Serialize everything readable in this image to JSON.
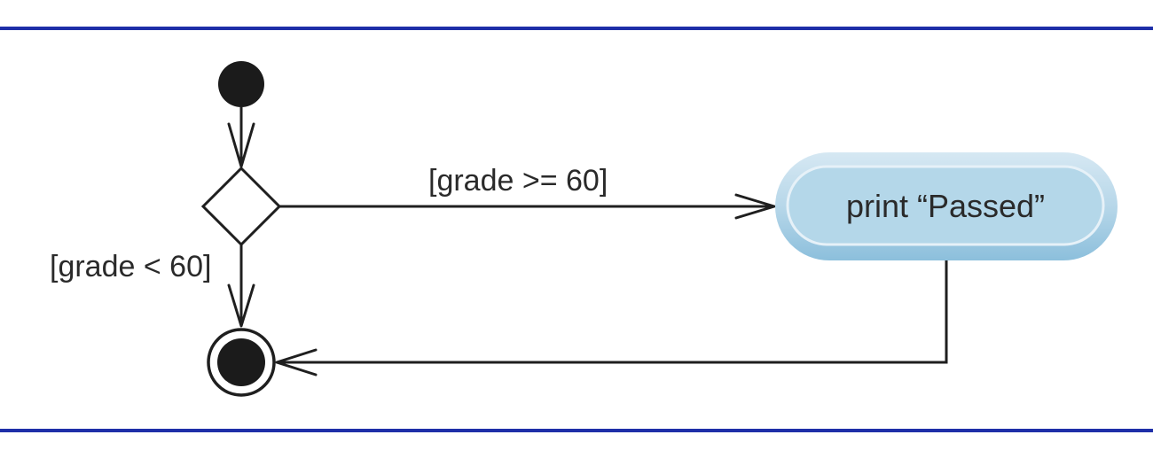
{
  "diagram": {
    "type": "uml-activity",
    "colors": {
      "rule": "#1e2fa8",
      "stroke": "#1f1f1f",
      "action_fill": "#b3d4e6",
      "action_border": "#7fb5d3",
      "action_highlight": "#d9eaf4"
    },
    "nodes": {
      "initial": {
        "kind": "initial-node"
      },
      "decision": {
        "kind": "decision-node"
      },
      "action": {
        "kind": "action-state",
        "text": "print “Passed”"
      },
      "final": {
        "kind": "final-node"
      }
    },
    "guards": {
      "true_branch": "[grade >= 60]",
      "false_branch": "[grade < 60]"
    },
    "transitions": [
      {
        "from": "initial",
        "to": "decision"
      },
      {
        "from": "decision",
        "to": "action",
        "guard": "[grade >= 60]"
      },
      {
        "from": "decision",
        "to": "final",
        "guard": "[grade < 60]"
      },
      {
        "from": "action",
        "to": "final"
      }
    ]
  }
}
